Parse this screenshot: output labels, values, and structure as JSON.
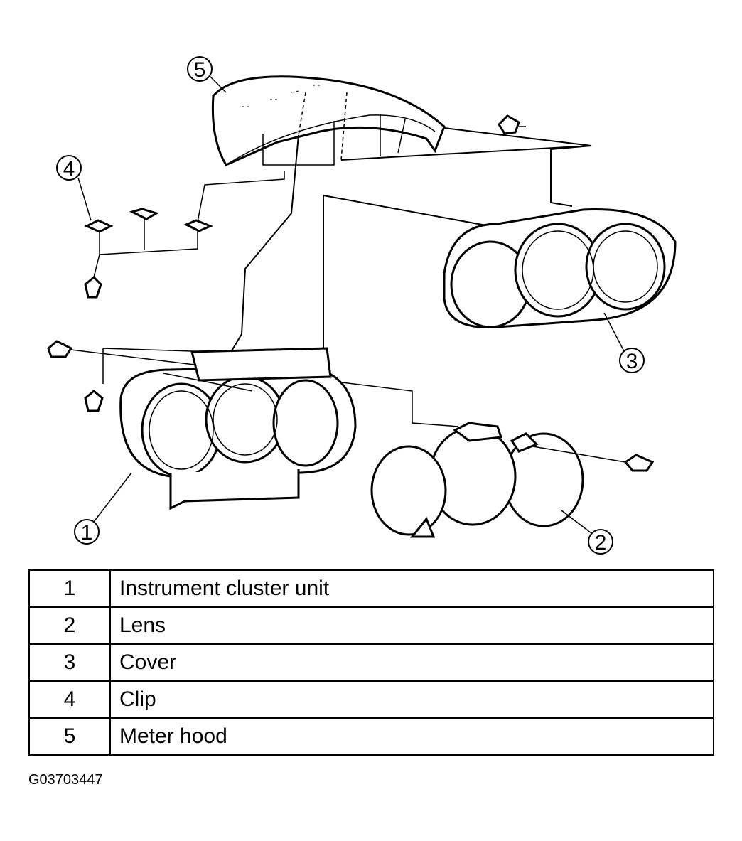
{
  "diagram": {
    "callouts": [
      "1",
      "2",
      "3",
      "4",
      "5"
    ]
  },
  "legend": [
    {
      "num": "1",
      "desc": "Instrument cluster unit"
    },
    {
      "num": "2",
      "desc": "Lens"
    },
    {
      "num": "3",
      "desc": "Cover"
    },
    {
      "num": "4",
      "desc": "Clip"
    },
    {
      "num": "5",
      "desc": "Meter hood"
    }
  ],
  "figure_code": "G03703447"
}
